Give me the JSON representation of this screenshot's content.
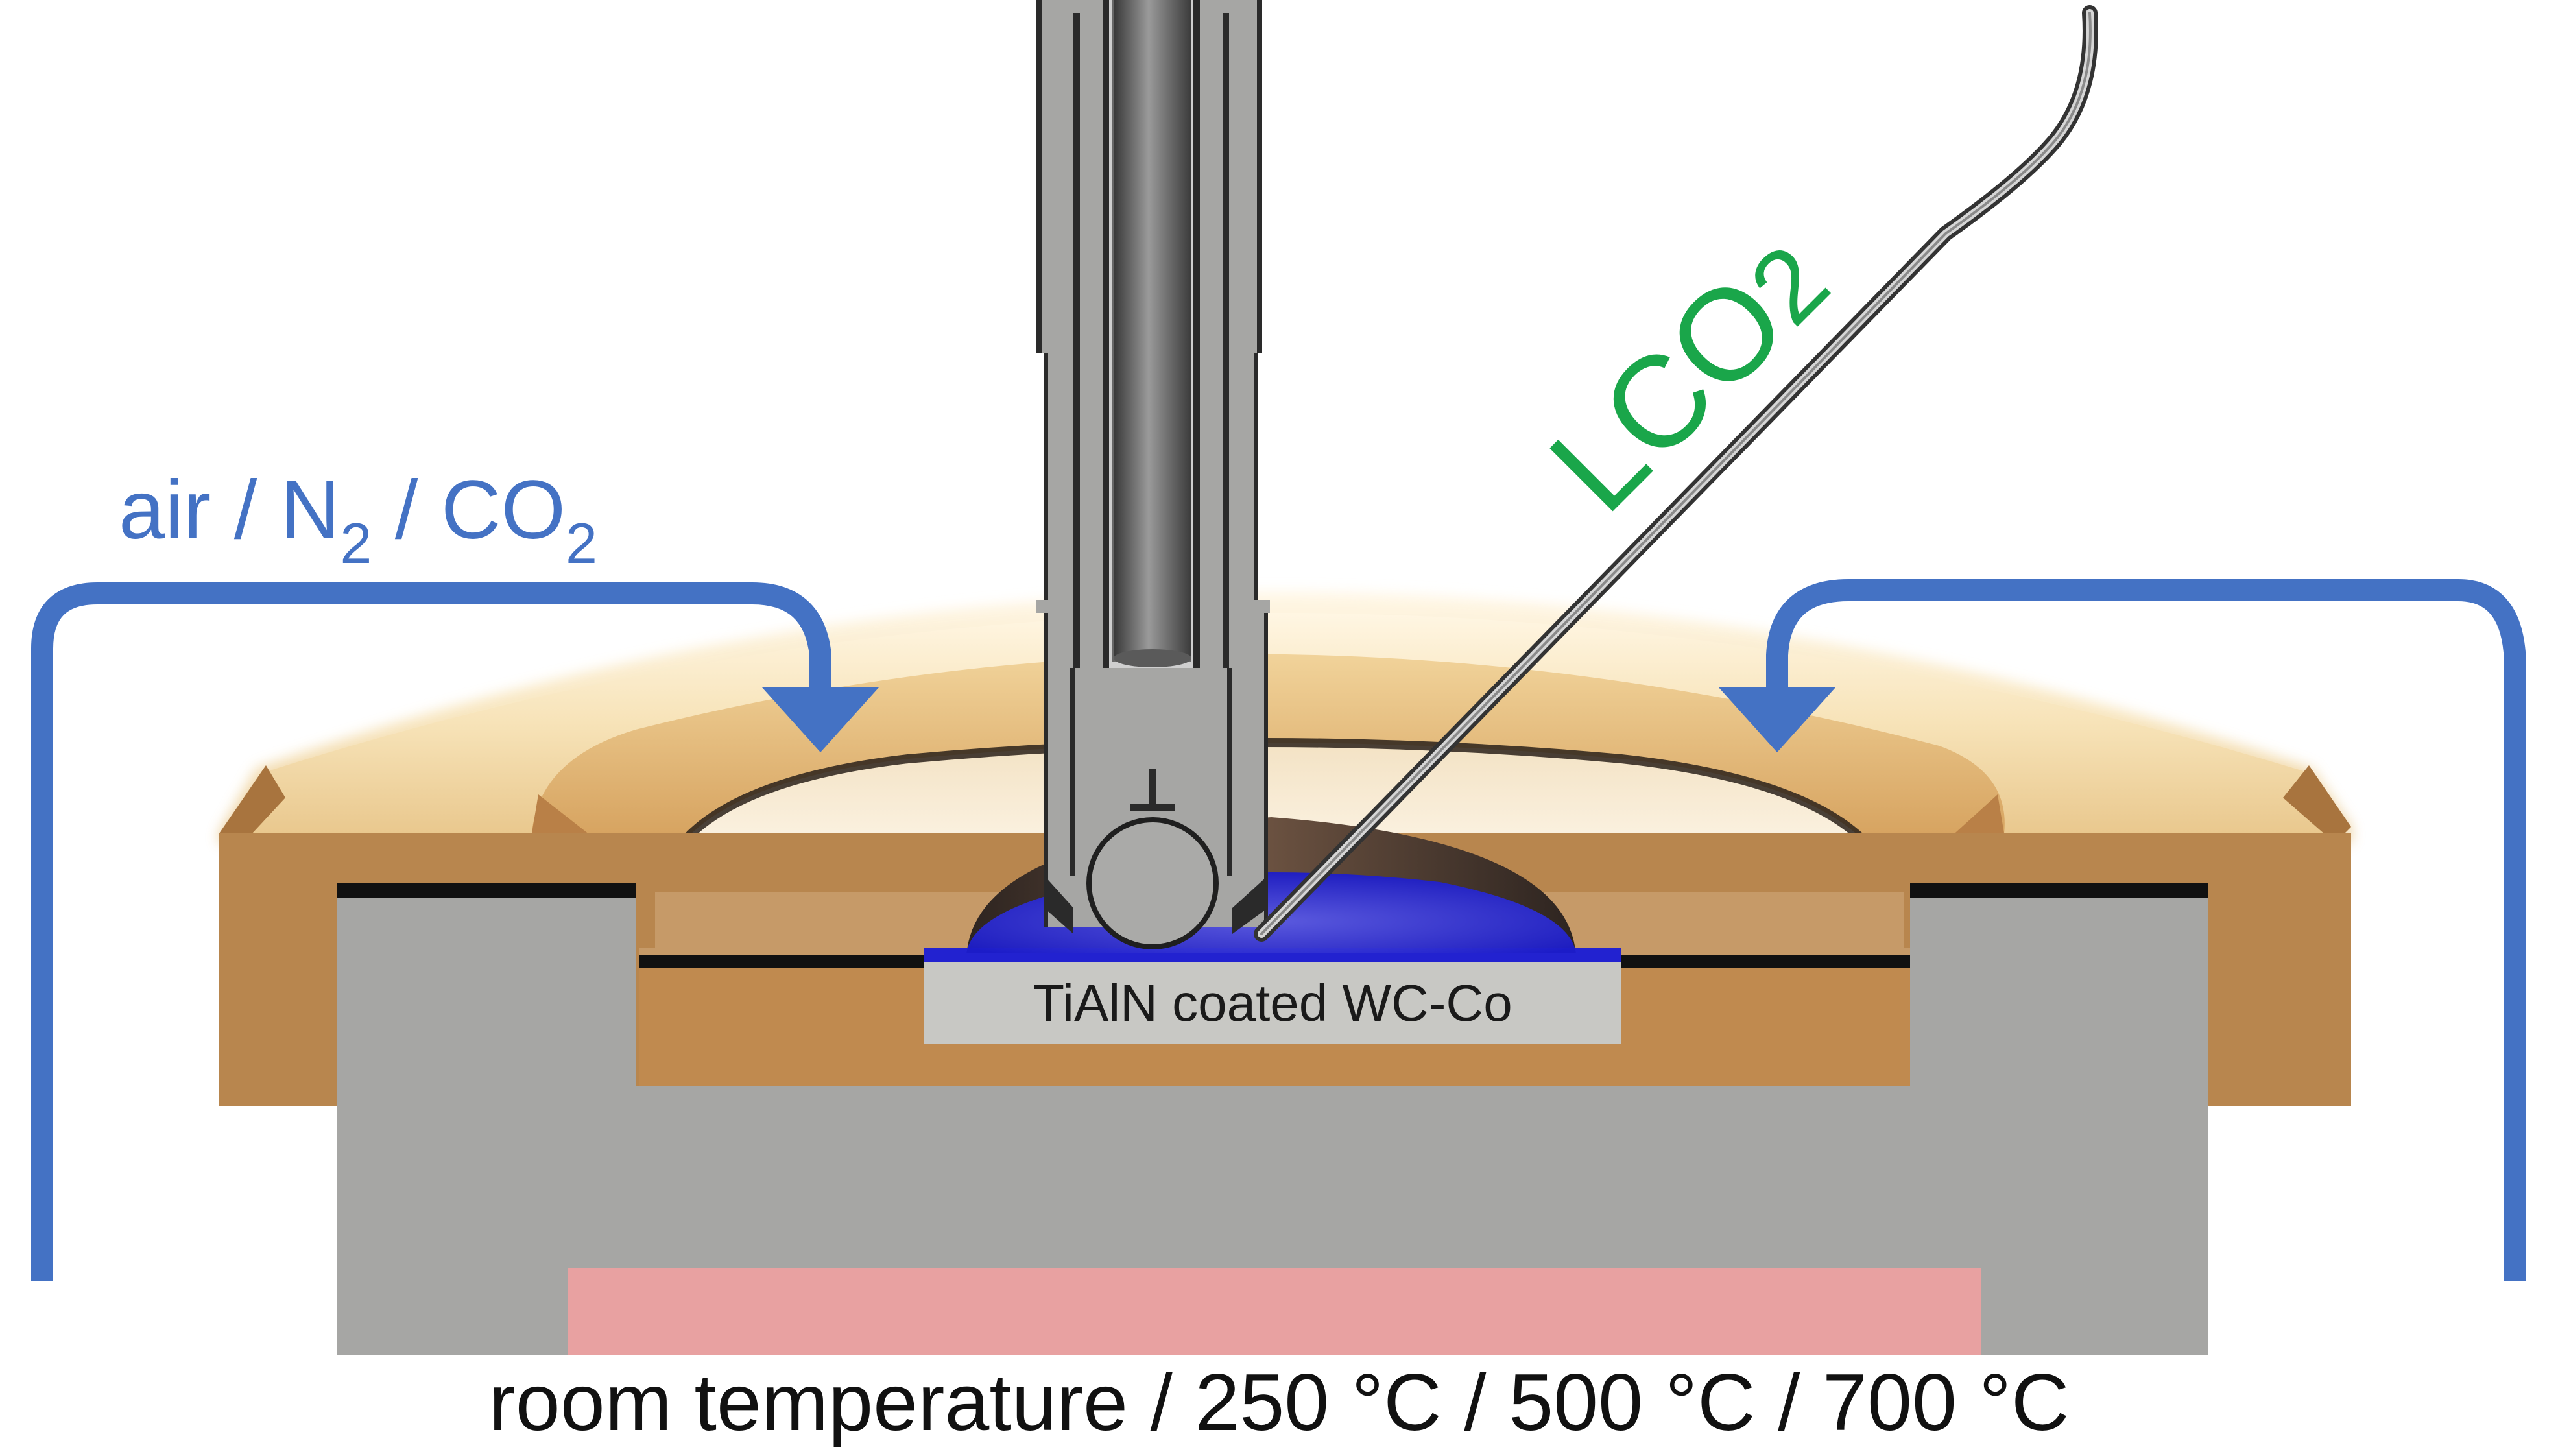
{
  "labels": {
    "gas_main": "air / N",
    "gas_sub1": "2",
    "gas_mid": " / CO",
    "gas_sub2": "2",
    "coolant_main": "LCO",
    "coolant_sub": "2",
    "sample": "TiAlN coated WC-Co",
    "temperatures": "room temperature / 250 °C /  500 °C / 700 °C"
  },
  "colors": {
    "gas_flow": "#4472c4",
    "coolant": "#1aa64a",
    "heater": "#e8a1a1",
    "steel": "#a6a6a4",
    "ceramic_rim": "#b8864e",
    "ceramic_top": "#f3ddb0",
    "fluid": "#2a2ad8"
  },
  "icons": [
    "gas-inlet-arrow-left",
    "gas-inlet-arrow-right",
    "heater-element",
    "lco2-nozzle",
    "tribometer-pin",
    "counter-ball"
  ]
}
